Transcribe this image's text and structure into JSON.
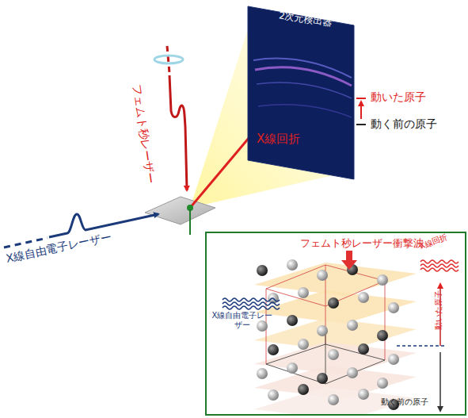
{
  "diagram": {
    "nodes": [
      {
        "text": [
          "2次元検出器"
        ]
      },
      {
        "text": [
          "フェムト秒レーザー衝撃波",
          "X線自由電子レーザー",
          "X線回折",
          "動いた原子",
          "動く前の原子"
        ]
      }
    ],
    "labels": [
      "フェムト秒レーザー",
      "X線回折",
      "X線自由電子レーザー",
      "動いた原子",
      "動く前の原子"
    ]
  }
}
